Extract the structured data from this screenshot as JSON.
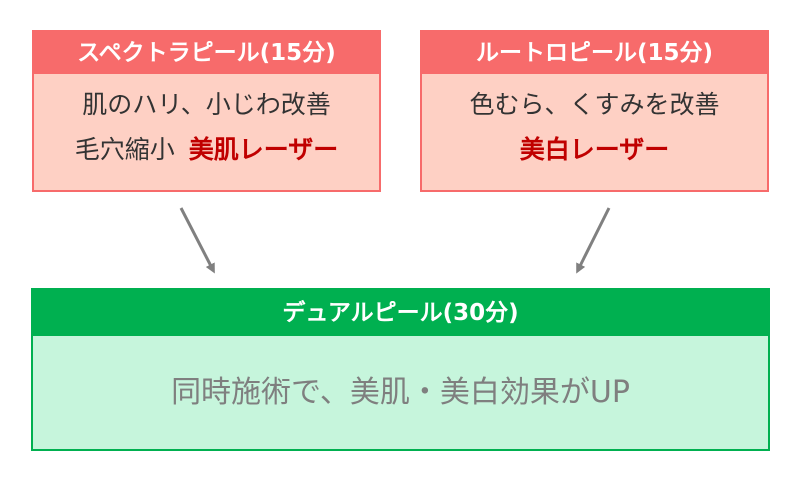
{
  "left_box": {
    "title": "スペクトラピール(15分)",
    "line1": "肌のハリ、小じわ改善",
    "line2_text": "毛穴縮小",
    "line2_accent": "美肌レーザー"
  },
  "right_box": {
    "title": "ルートロピール(15分)",
    "line1": "色むら、くすみを改善",
    "line2_accent": "美白レーザー"
  },
  "bottom_box": {
    "title": "デュアルピール(30分)",
    "body": "同時施術で、美肌・美白効果がUP"
  },
  "colors": {
    "top_header": "#f76b6b",
    "top_fill": "#fed0c4",
    "accent_text": "#c00000",
    "bottom_header": "#00b050",
    "bottom_fill": "#c6f5dc",
    "arrow": "#808080"
  }
}
